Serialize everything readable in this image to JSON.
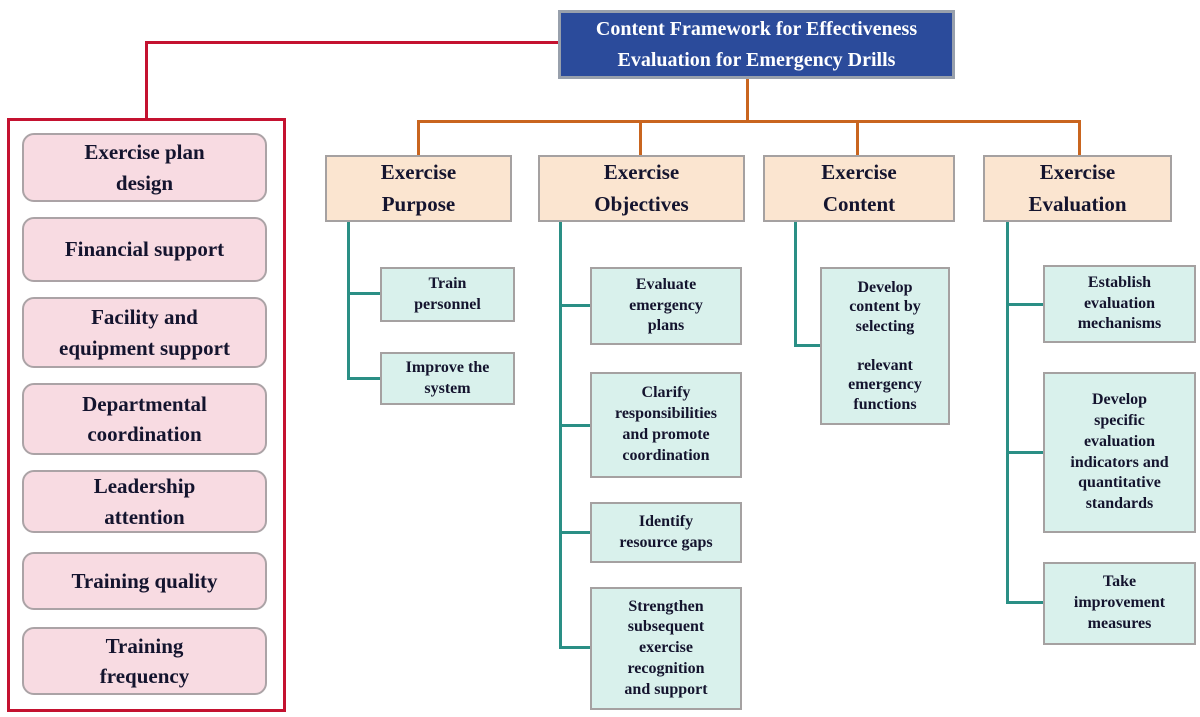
{
  "title": {
    "text": "Content Framework for Effectiveness\nEvaluation for Emergency Drills"
  },
  "factors": {
    "items": [
      {
        "label": "Exercise plan\ndesign"
      },
      {
        "label": "Financial support"
      },
      {
        "label": "Facility and\nequipment support"
      },
      {
        "label": "Departmental\ncoordination"
      },
      {
        "label": "Leadership\nattention"
      },
      {
        "label": "Training quality"
      },
      {
        "label": "Training\nfrequency"
      }
    ]
  },
  "columns": [
    {
      "header": "Exercise\nPurpose",
      "children": [
        {
          "label": "Train\npersonnel"
        },
        {
          "label": "Improve the\nsystem"
        }
      ]
    },
    {
      "header": "Exercise\nObjectives",
      "children": [
        {
          "label": "Evaluate\nemergency\nplans"
        },
        {
          "label": "Clarify\nresponsibilities\nand promote\ncoordination"
        },
        {
          "label": "Identify\nresource gaps"
        },
        {
          "label": "Strengthen\nsubsequent\nexercise\nrecognition\nand support"
        }
      ]
    },
    {
      "header": "Exercise\nContent",
      "children": [
        {
          "label": "Develop\ncontent by\nselecting\n\nrelevant\nemergency\nfunctions"
        }
      ]
    },
    {
      "header": "Exercise\nEvaluation",
      "children": [
        {
          "label": "Establish\nevaluation\nmechanisms"
        },
        {
          "label": "Develop\nspecific\nevaluation\nindicators and\nquantitative\nstandards"
        },
        {
          "label": "Take\nimprovement\nmeasures"
        }
      ]
    }
  ],
  "colors": {
    "blue": "#2B4B9B",
    "red": "#C41230",
    "orange": "#C9651F",
    "teal": "#2A8F85",
    "peach": "#FBE5D0",
    "pink": "#F8DBE2",
    "cyan": "#D9F1EC",
    "box_border": "#A5A1A1",
    "ink": "#14142E",
    "title_text": "#FFFFFF"
  }
}
